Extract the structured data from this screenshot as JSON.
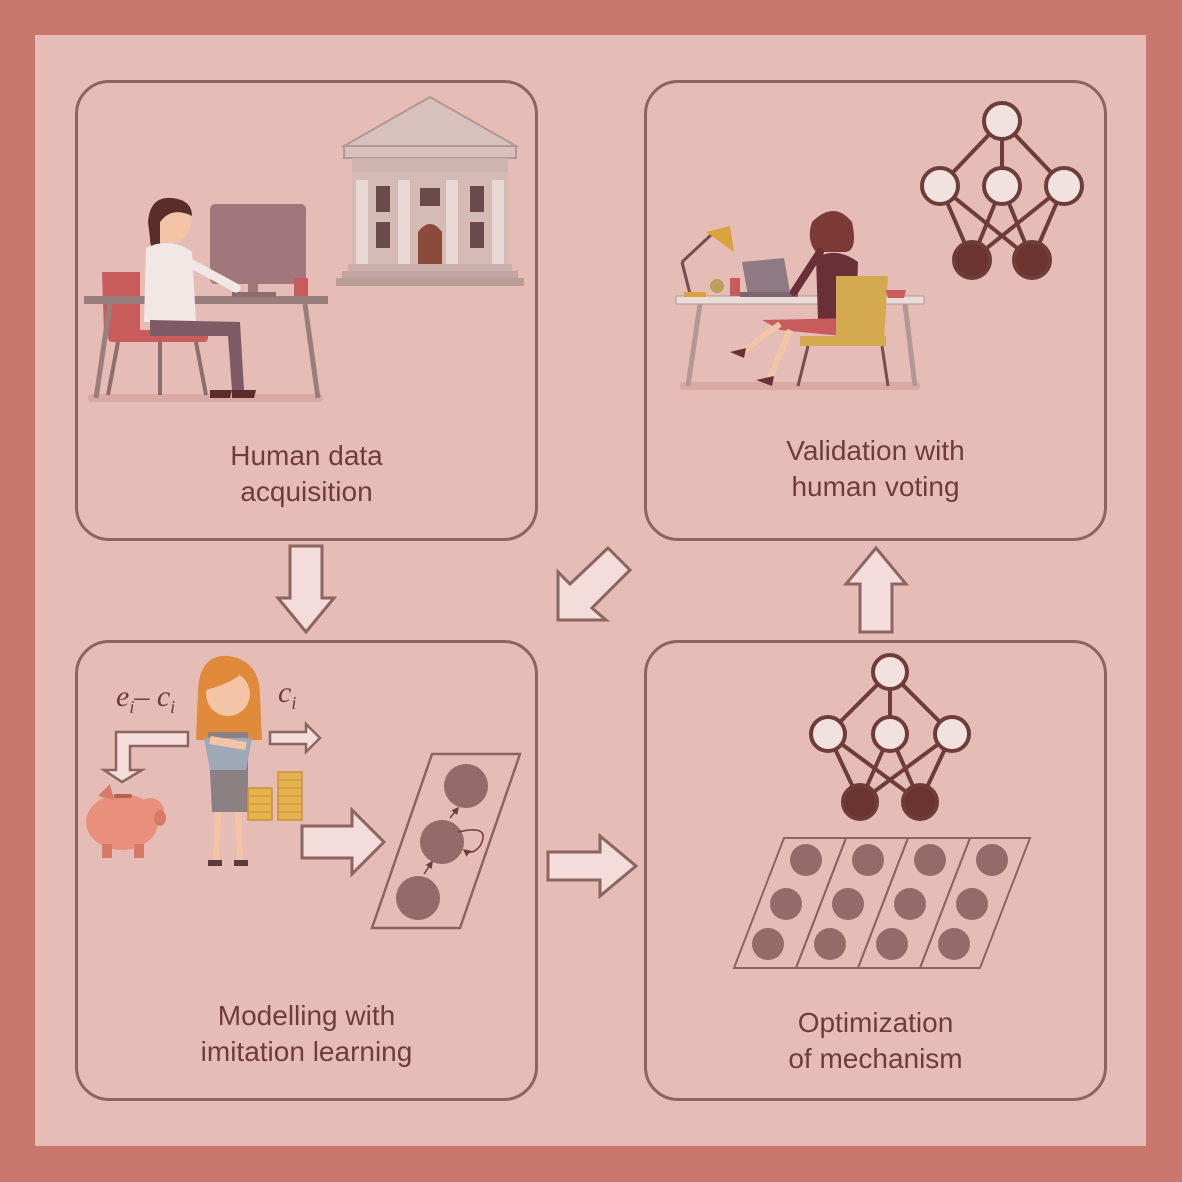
{
  "panels": {
    "acquisition": {
      "line1": "Human data",
      "line2": "acquisition"
    },
    "validation": {
      "line1": "Validation with",
      "line2": "human voting"
    },
    "modelling": {
      "line1": "Modelling with",
      "line2": "imitation learning"
    },
    "optimization": {
      "line1": "Optimization",
      "line2": "of mechanism"
    }
  },
  "labels": {
    "kept": {
      "e": "e",
      "sub1": "i",
      "minus": "– c",
      "sub2": "i"
    },
    "contributed": {
      "c": "c",
      "sub": "i"
    }
  },
  "colors": {
    "background": "#c9776d",
    "frame": "#e6bcb7",
    "stroke": "#8c6560",
    "text": "#6e3d39"
  }
}
